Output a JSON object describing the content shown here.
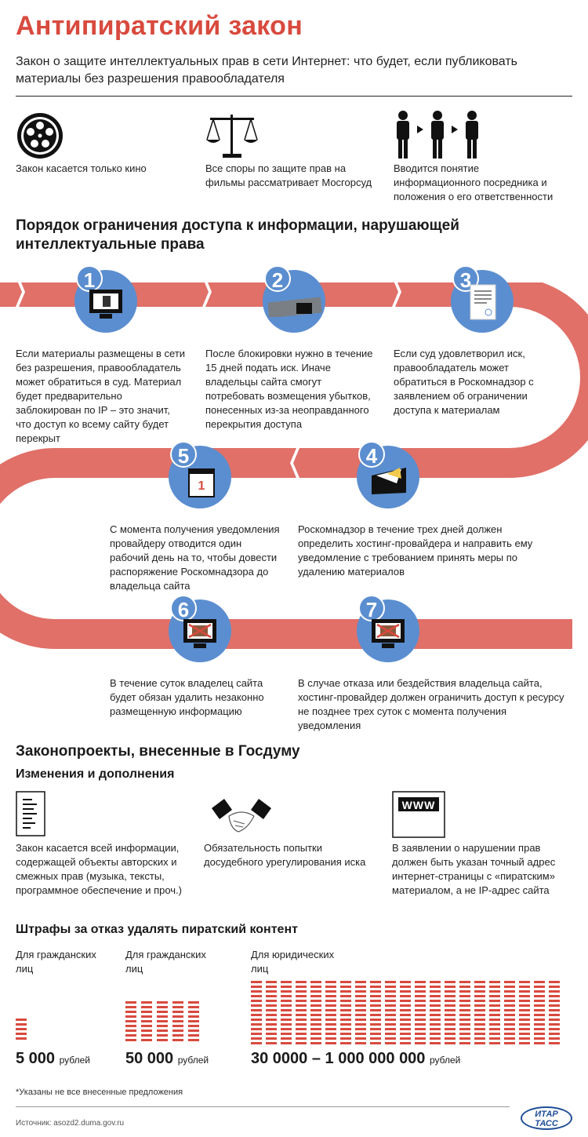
{
  "header": {
    "title": "Антипиратский закон",
    "subtitle": "Закон о защите интеллектуальных прав в сети Интернет: что будет, если публиковать материалы без разрешения правообладателя"
  },
  "facts": [
    {
      "icon": "film-reel-icon",
      "text": "Закон касается только кино"
    },
    {
      "icon": "scales-icon",
      "text": "Все споры по защите прав на фильмы рассматривает Мосгорсуд"
    },
    {
      "icon": "people-chain-icon",
      "text": "Вводится понятие информационного посредника и положения о его ответственности"
    }
  ],
  "procedure": {
    "title": "Порядок ограничения доступа к информации, нарушающей интеллектуальные права",
    "steps": [
      {
        "number": "1",
        "icon": "monitor-icon",
        "text": "Если материалы размещены в сети без разрешения, правообладатель может обратиться в суд. Материал будет предварительно заблокирован по IP – это значит, что доступ ко всему сайту будет перекрыт"
      },
      {
        "number": "2",
        "icon": "wallet-icon",
        "text": "После блокировки нужно в течение 15 дней подать иск. Иначе владельцы сайта смогут потребовать возмещения убытков, понесенных из-за неоправданного перекрытия доступа"
      },
      {
        "number": "3",
        "icon": "document-stamp-icon",
        "text": "Если суд удовлетворил иск, правообладатель может обратиться в Роскомнадзор с заявлением об ограничении доступа к материалам"
      },
      {
        "number": "4",
        "icon": "envelope-icon",
        "text": "Роскомнадзор в течение трех дней должен определить хостинг-провайдера и направить ему уведомление с требованием принять меры по удалению материалов"
      },
      {
        "number": "5",
        "icon": "calendar-icon",
        "text": "С момента получения уведомления провайдеру отводится один рабочий день на то, чтобы довести распоряжение Роскомнадзора до владельца сайта"
      },
      {
        "number": "6",
        "icon": "blocked-monitor-icon",
        "text": "В течение суток владелец сайта будет обязан удалить незаконно размещенную информацию"
      },
      {
        "number": "7",
        "icon": "blocked-monitor-icon",
        "text": "В случае отказа или бездействия владельца сайта, хостинг-провайдер должен ограничить доступ к ресурсу не позднее трех суток с момента получения уведомления"
      }
    ]
  },
  "bills": {
    "title": "Законопроекты, внесенные в Госдуму",
    "subtitle": "Изменения и дополнения",
    "items": [
      {
        "icon": "document-icon",
        "text": "Закон касается всей информации, содержащей объекты авторских и смежных прав (музыка, тексты, программное обеспечение и проч.)"
      },
      {
        "icon": "handshake-icon",
        "text": "Обязательность попытки досудебного урегулирования иска"
      },
      {
        "icon": "www-icon",
        "badge": "WWW",
        "text": "В заявлении о нарушении прав должен быть указан точный адрес интернет-страницы с «пиратским» материалом, а не IP-адрес сайта"
      }
    ]
  },
  "fines": {
    "title": "Штрафы за отказ удалять пиратский контент",
    "currency": "рублей",
    "groups": [
      {
        "label": "Для гражданских лиц",
        "amount": "5 000",
        "value": 5000
      },
      {
        "label": "Для гражданских лиц",
        "amount": "50 000",
        "value": 50000
      },
      {
        "label": "Для юридических лиц",
        "amount": "30 0000 – 1 000 000 000",
        "value": 1000000000
      }
    ]
  },
  "footnote": "*Указаны не все внесенные предложения",
  "source": "Источник: asozd2.duma.gov.ru",
  "logo": {
    "line1": "ИТАР",
    "line2": "ТАСС"
  },
  "colors": {
    "accent": "#d84a3e",
    "band": "#e07068",
    "circle": "#5b8ed0",
    "logo": "#1f4e96"
  }
}
